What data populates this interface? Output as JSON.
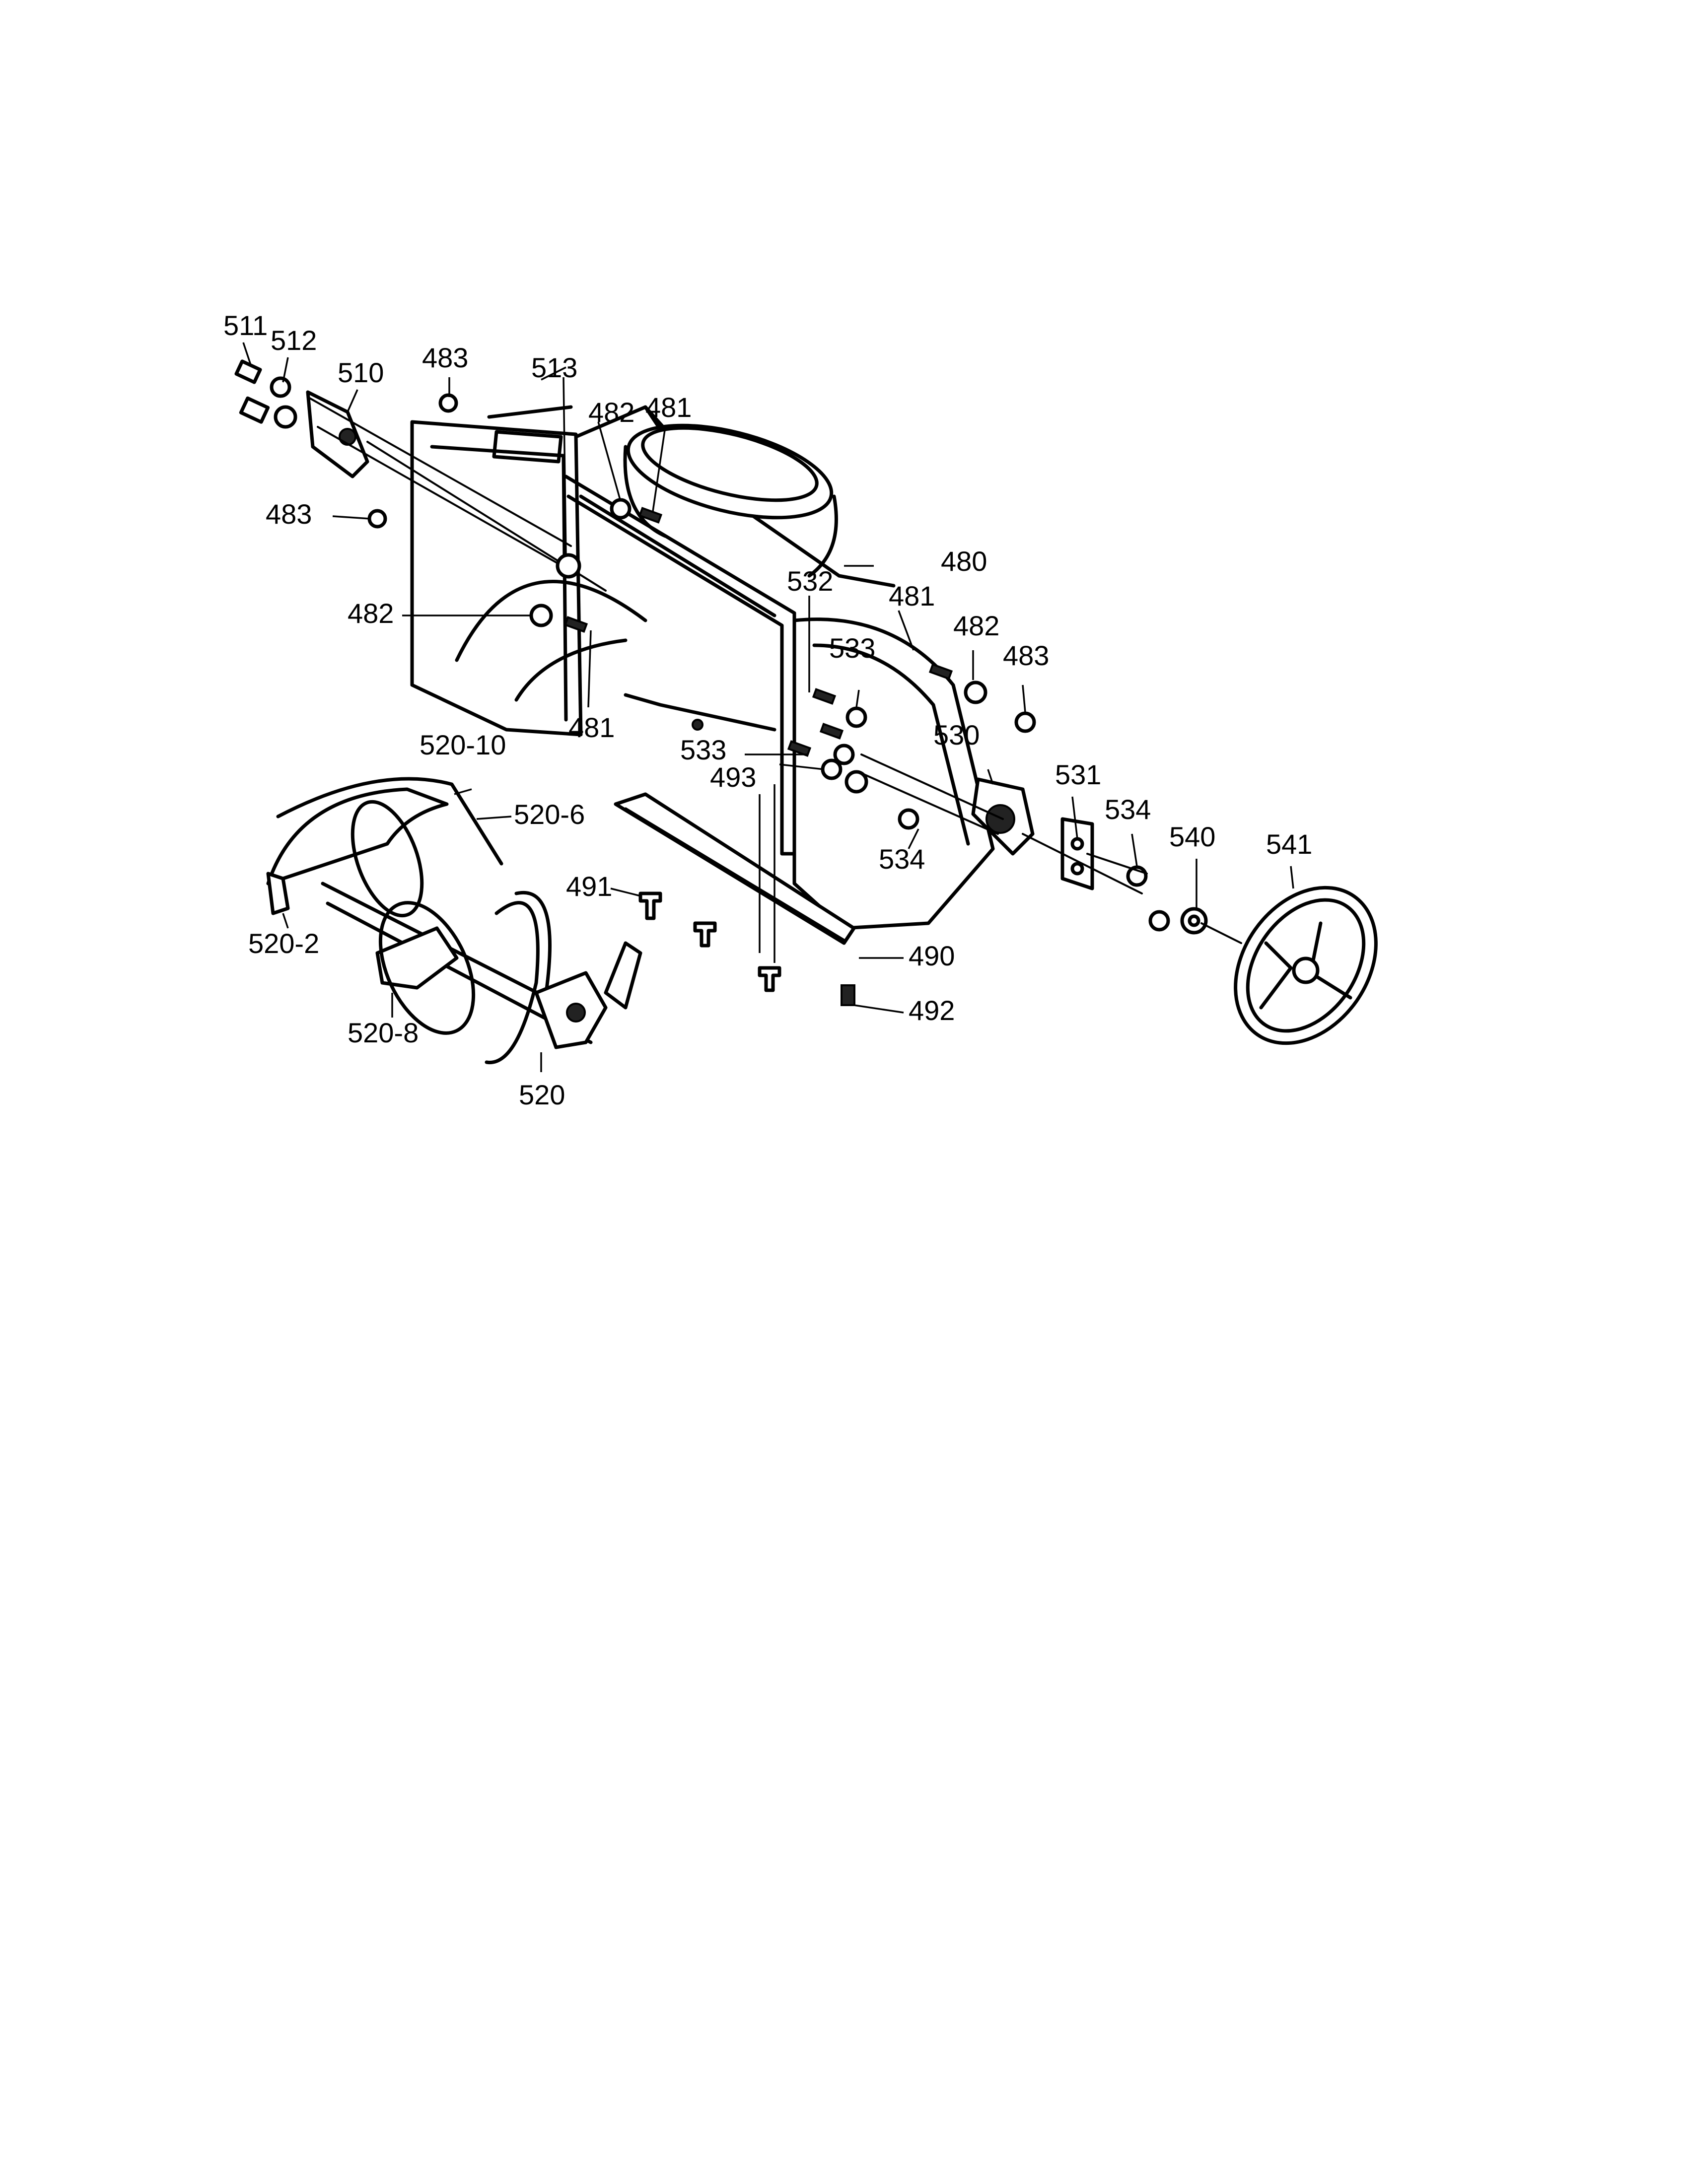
{
  "callouts": {
    "c511": "511",
    "c512": "512",
    "c510": "510",
    "c483a": "483",
    "c482a": "482",
    "c481a": "481",
    "c513": "513",
    "c483b": "483",
    "c480": "480",
    "c482b": "482",
    "c481b": "481",
    "c532": "532",
    "c481c": "481",
    "c482c": "482",
    "c533a": "533",
    "c483c": "483",
    "c530": "530",
    "c520_10": "520-10",
    "c533b": "533",
    "c493": "493",
    "c520_6": "520-6",
    "c531": "531",
    "c534a": "534",
    "c540": "540",
    "c541": "541",
    "c534b": "534",
    "c491": "491",
    "c520_2": "520-2",
    "c490": "490",
    "c492": "492",
    "c520_8": "520-8",
    "c520": "520"
  },
  "icons": {
    "housing": "auger-housing",
    "chute_ring": "discharge-chute-ring",
    "auger": "auger-assembly",
    "pulley": "auger-pulley",
    "scraper": "scraper-bar",
    "bearing": "bearing-housing"
  }
}
